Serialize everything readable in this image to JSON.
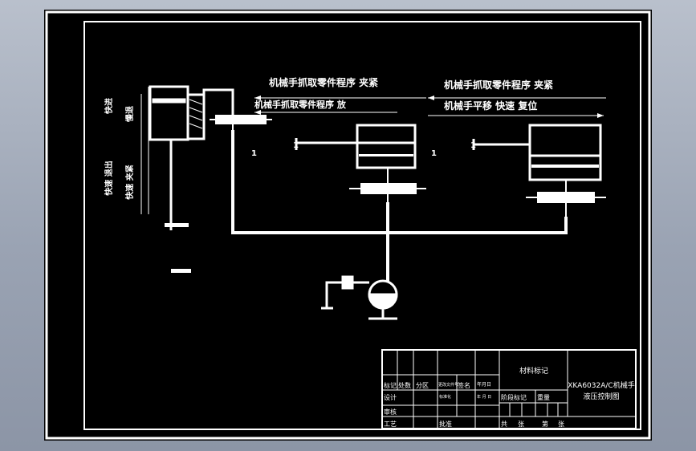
{
  "diagram": {
    "valve_labels": [
      "1",
      "1",
      "1",
      "1"
    ],
    "side_labels": [
      "快进",
      "慢退",
      "快速 退出",
      "快速 夹紧"
    ],
    "top_labels": [
      "机械手抓取零件程序  夹紧",
      "机械手抓取零件程序  放",
      "机械手抓取零件程序  夹紧",
      "机械手平移  快速 复位"
    ]
  },
  "title_block": {
    "material_mark": "材料标记",
    "drawing_title_1": "XKA6032A/C机械手",
    "drawing_title_2": "液压控制图",
    "row1": [
      "标记",
      "处数",
      "分区",
      "更改文件号",
      "签名",
      "年月日"
    ],
    "row2": [
      "设计",
      "标准化",
      "年 月 日",
      "阶段标记",
      "重量"
    ],
    "row3": [
      "审核"
    ],
    "row4": [
      "工艺",
      "批准",
      "共",
      "张",
      "第",
      "张"
    ]
  }
}
